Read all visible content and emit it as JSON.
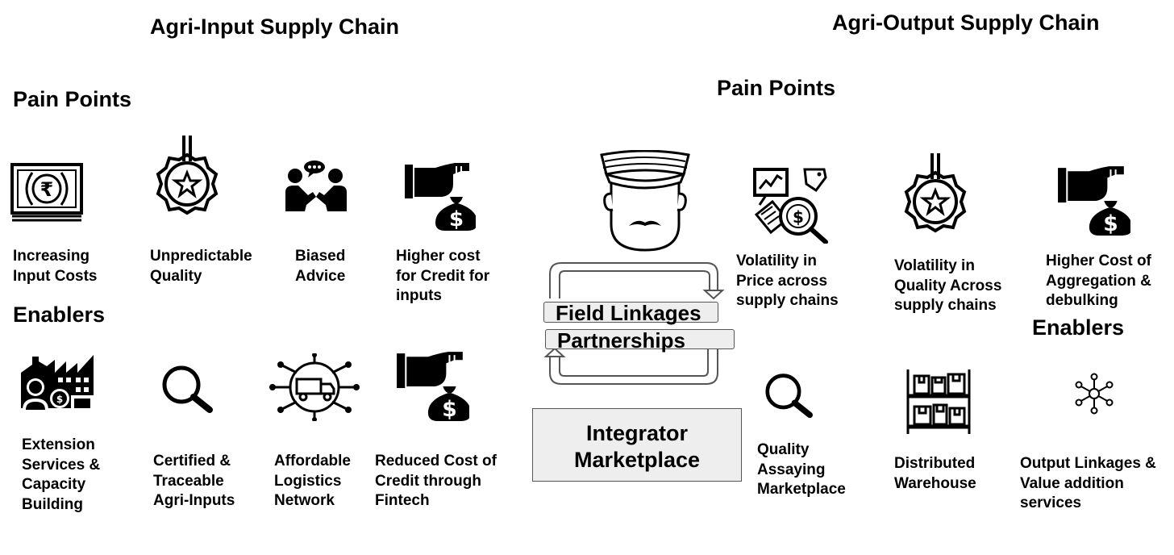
{
  "input_chain": {
    "title": "Agri-Input Supply Chain",
    "pain_points_heading": "Pain Points",
    "enablers_heading": "Enablers",
    "pain_points": [
      {
        "label": "Increasing\nInput Costs",
        "icon": "rupee-banknote-icon"
      },
      {
        "label": "Unpredictable\nQuality",
        "icon": "quality-medal-icon"
      },
      {
        "label": "Biased\nAdvice",
        "icon": "advice-conversation-icon"
      },
      {
        "label": "Higher cost\nfor Credit for\ninputs",
        "icon": "hand-money-bag-icon"
      }
    ],
    "enablers": [
      {
        "label": "Extension\nServices &\nCapacity\nBuilding",
        "icon": "factory-worker-icon"
      },
      {
        "label": "Certified &\nTraceable\nAgri-Inputs",
        "icon": "magnifier-icon"
      },
      {
        "label": "Affordable\nLogistics\nNetwork",
        "icon": "logistics-network-icon"
      },
      {
        "label": "Reduced Cost of\nCredit through\nFintech",
        "icon": "hand-money-bag-icon"
      }
    ]
  },
  "output_chain": {
    "title": "Agri-Output Supply Chain",
    "pain_points_heading": "Pain Points",
    "enablers_heading": "Enablers",
    "pain_points": [
      {
        "label": "Volatility in\nPrice across\nsupply chains",
        "icon": "price-analysis-icon"
      },
      {
        "label": "Volatility in\nQuality Across\nsupply chains",
        "icon": "quality-medal-icon"
      },
      {
        "label": "Higher Cost of\nAggregation &\ndebulking",
        "icon": "hand-money-bag-icon"
      }
    ],
    "enablers": [
      {
        "label": "Quality\nAssaying\nMarketplace",
        "icon": "magnifier-icon"
      },
      {
        "label": "Distributed\nWarehouse",
        "icon": "warehouse-shelf-icon"
      },
      {
        "label": "Output Linkages &\nValue addition\nservices",
        "icon": "hub-network-icon"
      }
    ]
  },
  "center": {
    "farmer_icon": "farmer-turban-icon",
    "field_linkages": "Field Linkages",
    "partnerships": "Partnerships",
    "marketplace": "Integrator\nMarketplace"
  },
  "colors": {
    "icon": "#000000",
    "box_fill": "#eeeeee",
    "box_border": "#555555"
  }
}
